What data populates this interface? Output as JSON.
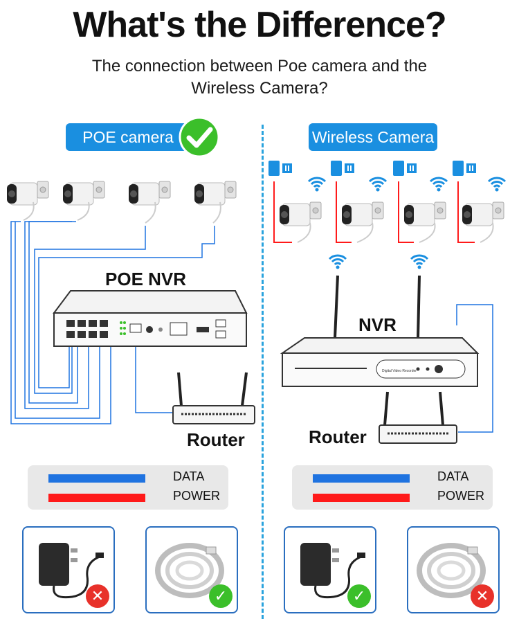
{
  "header": {
    "title": "What's the Difference?",
    "subtitle_line1": "The connection between Poe camera and the",
    "subtitle_line2": "Wireless Camera?"
  },
  "left": {
    "pill_label": "POE camera",
    "nvr_label": "POE NVR",
    "router_label": "Router",
    "legend": {
      "data_label": "DATA",
      "power_label": "POWER"
    }
  },
  "right": {
    "pill_label": "Wireless Camera",
    "nvr_label": "NVR",
    "router_label": "Router",
    "nvr_screen_text": "Digital Video Recorder",
    "legend": {
      "data_label": "DATA",
      "power_label": "POWER"
    }
  },
  "colors": {
    "accent_blue": "#1a8fe0",
    "data_line": "#1f73e0",
    "power_line": "#ff1a1a",
    "check_green": "#3bbf2a",
    "cross_red": "#e8312a",
    "divider": "#2aa3dd"
  },
  "icons": {
    "check": "check-mark-icon",
    "cross": "cross-mark-icon",
    "wifi": "wifi-icon",
    "camera": "bullet-camera-icon",
    "adapter": "power-adapter-icon",
    "cable": "ethernet-cable-icon"
  },
  "bottom_items": [
    {
      "name": "power-adapter",
      "status": "not-required"
    },
    {
      "name": "ethernet-cable",
      "status": "required"
    },
    {
      "name": "power-adapter",
      "status": "required"
    },
    {
      "name": "ethernet-cable",
      "status": "not-required"
    }
  ],
  "badges": {
    "check_glyph": "✓",
    "cross_glyph": "✕"
  }
}
